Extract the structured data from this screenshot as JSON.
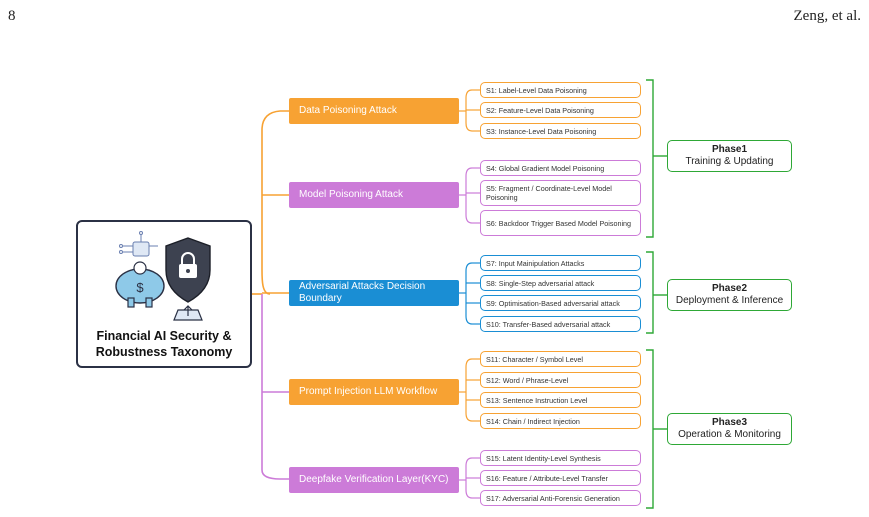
{
  "header": {
    "page_number": "8",
    "authors": "Zeng, et al."
  },
  "root": {
    "title": "Financial AI Security & Robustness Taxonomy",
    "icon": "piggy-bank-shield-lock-icon"
  },
  "colors": {
    "orange": "#f7a233",
    "purple": "#cc7bd8",
    "blue": "#1a8ed4",
    "green": "#2ea836"
  },
  "categories": [
    {
      "label": "Data Poisoning Attack",
      "color": "#f7a233",
      "items": [
        "S1: Label-Level Data Poisoning",
        "S2: Feature-Level Data Poisoning",
        "S3: Instance-Level Data Poisoning"
      ]
    },
    {
      "label": "Model Poisoning Attack",
      "color": "#cc7bd8",
      "items": [
        "S4: Global Gradient Model Poisoning",
        "S5: Fragment / Coordinate-Level Model Poisoning",
        "S6: Backdoor Trigger Based Model Poisoning"
      ]
    },
    {
      "label": "Adversarial Attacks Decision Boundary",
      "color": "#1a8ed4",
      "items": [
        "S7: Input Mainipulation Attacks",
        "S8: Single-Step adversarial attack",
        "S9: Optimisation-Based adversarial attack",
        "S10: Transfer-Based adversarial attack"
      ]
    },
    {
      "label": "Prompt Injection LLM Workflow",
      "color": "#f7a233",
      "items": [
        "S11: Character / Symbol Level",
        "S12: Word / Phrase-Level",
        "S13: Sentence Instruction Level",
        "S14: Chain / Indirect Injection"
      ]
    },
    {
      "label": "Deepfake Verification Layer(KYC)",
      "color": "#cc7bd8",
      "items": [
        "S15: Latent Identity-Level Synthesis",
        "S16: Feature / Attribute-Level Transfer",
        "S17: Adversarial Anti-Forensic Generation"
      ]
    }
  ],
  "phases": [
    {
      "title": "Phase1",
      "subtitle": "Training & Updating"
    },
    {
      "title": "Phase2",
      "subtitle": "Deployment & Inference"
    },
    {
      "title": "Phase3",
      "subtitle": "Operation & Monitoring"
    }
  ]
}
